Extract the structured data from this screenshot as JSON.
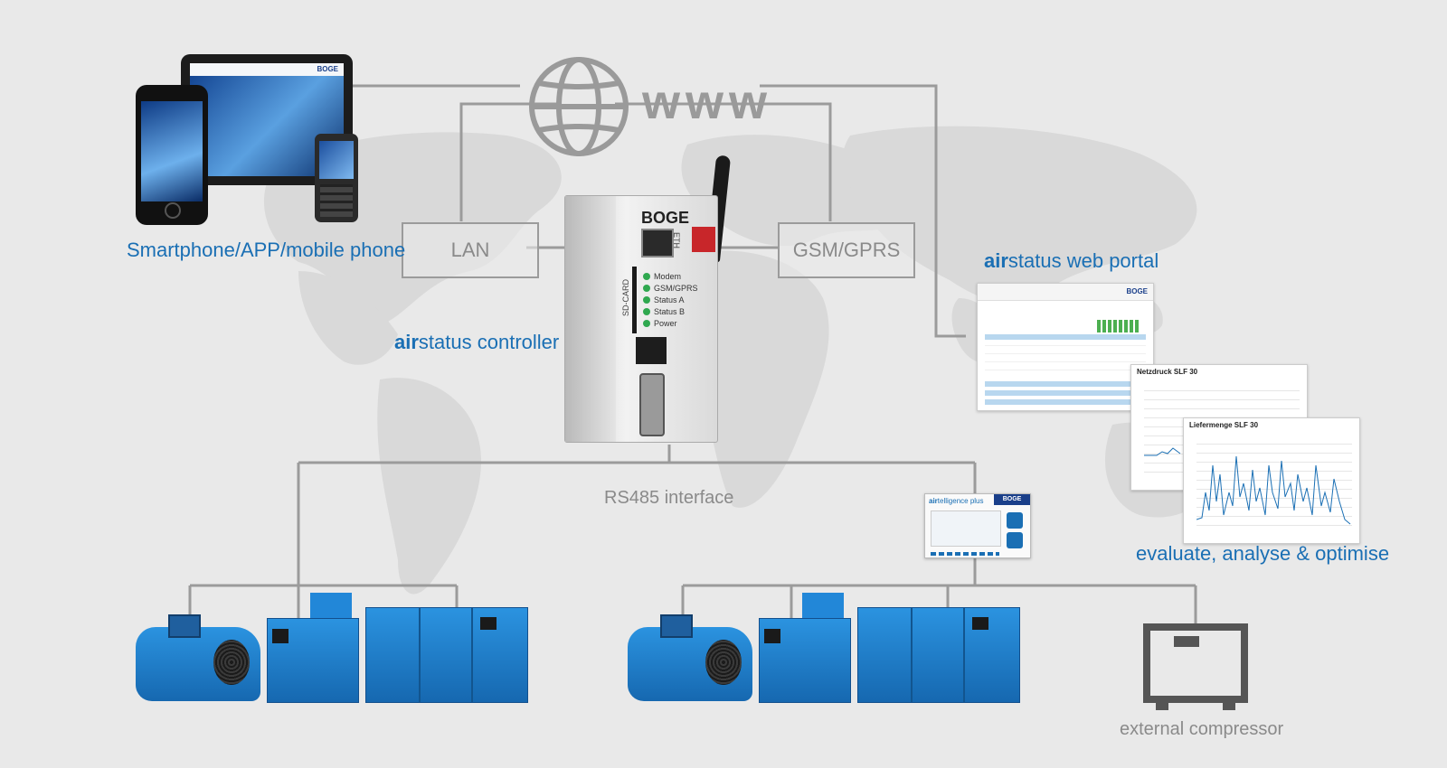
{
  "www": {
    "text": "www"
  },
  "connections": {
    "lan": "LAN",
    "gsm": "GSM/GPRS",
    "rs485": "RS485 interface"
  },
  "labels": {
    "mobile": "Smartphone/APP/mobile phone",
    "controller_prefix": "air",
    "controller_suffix": "status controller",
    "portal_prefix": "air",
    "portal_suffix": "status web portal",
    "evaluate": "evaluate, analyse & optimise",
    "external": "external compressor"
  },
  "device": {
    "brand": "BOGE",
    "eth": "ETH",
    "sd": "SD-CARD",
    "leds": [
      "Modem",
      "GSM/GPRS",
      "Status A",
      "Status B",
      "Power"
    ]
  },
  "airtelligence": {
    "title_prefix": "air",
    "title_suffix": "telligence plus",
    "brand": "BOGE"
  },
  "charts": {
    "chart1_title": "Netzdruck SLF 30",
    "chart2_title": "Liefermenge SLF 30"
  },
  "colors": {
    "accent": "#1a6fb4",
    "compressor": "#1f86d6",
    "line": "#9b9b9b",
    "background": "#e9e9e9"
  }
}
